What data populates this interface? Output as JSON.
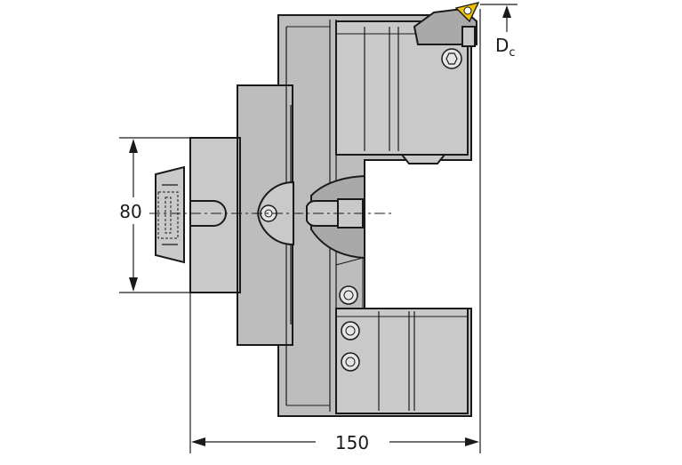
{
  "dimensions": {
    "height_label": "80",
    "width_label": "150",
    "dc_label_main": "D",
    "dc_label_sub": "c"
  },
  "colors": {
    "body": "#bdbdbd",
    "insert": "#f2c200",
    "line": "#1a1a1a"
  }
}
